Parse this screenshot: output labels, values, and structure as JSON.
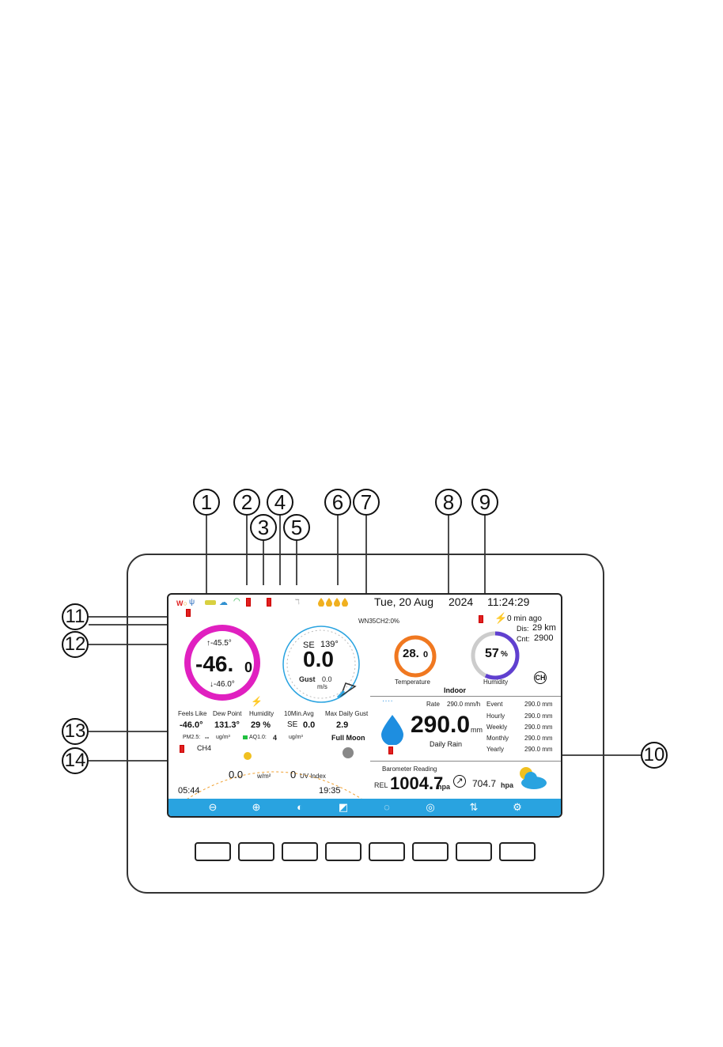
{
  "callouts": [
    "1",
    "2",
    "3",
    "4",
    "5",
    "6",
    "7",
    "8",
    "9",
    "10",
    "11",
    "12",
    "13",
    "14"
  ],
  "header": {
    "date": "Tue, 20 Aug",
    "year": "2024",
    "time": "11:24:29",
    "wn35": "WN35CH2:0%"
  },
  "outdoor_temp": {
    "high": "↑-45.5°",
    "value": "-46.",
    "decimal": "0",
    "unit": "°",
    "low": "↓-46.0°"
  },
  "wind": {
    "direction": "SE",
    "degrees": "139°",
    "speed": "0.0",
    "gust_label": "Gust",
    "gust_value": "0.0",
    "unit": "m/s"
  },
  "indoor": {
    "temperature": "28.",
    "temperature_decimal": "0",
    "temperature_label": "Temperature",
    "humidity": "57",
    "humidity_unit": "%",
    "humidity_label": "Humidity",
    "label": "Indoor",
    "humidity_fraction": 0.57
  },
  "lightning": {
    "ago": "0 min ago",
    "dis_label": "Dis:",
    "dis_value": "29 km",
    "cnt_label": "Cnt:",
    "cnt_value": "2900"
  },
  "stats": {
    "labels": [
      "Feels Like",
      "Dew Point",
      "Humidity",
      "10Min.Avg",
      "Max Daily Gust"
    ],
    "values": [
      "-46.0°",
      "131.3°",
      "29 %",
      "SE",
      "0.0",
      "2.9"
    ]
  },
  "air": {
    "pm25_label": "PM2.5:",
    "pm25_value": "--",
    "pm25_unit": "ug/m³",
    "aq_label": "AQ1.0:",
    "aq_value": "4",
    "aq_unit": "ug/m³",
    "moon": "Full Moon",
    "ch4": "CH4"
  },
  "solar": {
    "radiation": "0.0",
    "radiation_unit": "w/m²",
    "uv_value": "0",
    "uv_label": "UV Index",
    "sunrise": "05:44",
    "sunset": "19:35"
  },
  "rain": {
    "rate_label": "Rate",
    "rate_value": "290.0 mm/h",
    "value": "290.0",
    "unit": "mm",
    "label": "Daily Rain",
    "periods": [
      {
        "label": "Event",
        "value": "290.0 mm"
      },
      {
        "label": "Hourly",
        "value": "290.0 mm"
      },
      {
        "label": "Weekly",
        "value": "290.0 mm"
      },
      {
        "label": "Monthly",
        "value": "290.0 mm"
      },
      {
        "label": "Yearly",
        "value": "290.0 mm"
      }
    ]
  },
  "barometer": {
    "label": "Barometer Reading",
    "rel": "REL",
    "value": "1004.7",
    "unit": "hpa",
    "abs_value": "704.7",
    "abs_unit": "hpa"
  },
  "bottom_bar_icons": [
    "minus-icon",
    "plus-icon",
    "contrast-icon",
    "graph-icon",
    "refresh-icon",
    "channel-icon",
    "sort-icon",
    "settings-icon"
  ],
  "colors": {
    "temp_ring": "#e020c0",
    "indoor_temp_ring": "#f07820",
    "humidity_ring": "#6040d0",
    "bar": "#29a3e0",
    "rain_drop": "#1e8ee0",
    "wind_ring": "#29a3e0",
    "lightning": "#f0a020"
  }
}
